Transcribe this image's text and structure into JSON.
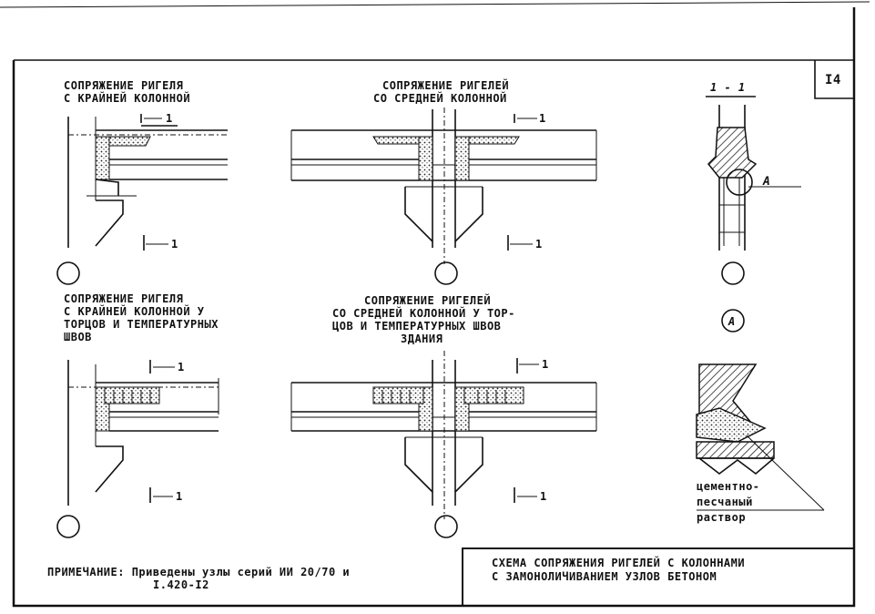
{
  "sheet_number": "I4",
  "details": {
    "d1": {
      "title_line1": "СОПРЯЖЕНИЕ  РИГЕЛЯ",
      "title_line2": "С  КРАЙНЕЙ  КОЛОННОЙ",
      "section_mark": "1"
    },
    "d2": {
      "title_line1": "СОПРЯЖЕНИЕ  РИГЕЛЕЙ",
      "title_line2": "СО  СРЕДНЕЙ  КОЛОННОЙ",
      "section_mark": "1"
    },
    "d3": {
      "title": "1 - 1",
      "callout": "А"
    },
    "d4": {
      "title_line1": "СОПРЯЖЕНИЕ  РИГЕЛЯ",
      "title_line2": "С  КРАЙНЕЙ  КОЛОННОЙ  У",
      "title_line3": "ТОРЦОВ  И  ТЕМПЕРАТУРНЫХ",
      "title_line4": "ШВОВ",
      "section_mark": "1"
    },
    "d5": {
      "title_line1": "СОПРЯЖЕНИЕ  РИГЕЛЕЙ",
      "title_line2": "СО  СРЕДНЕЙ  КОЛОННОЙ  У  ТОР-",
      "title_line3": "ЦОВ  И  ТЕМПЕРАТУРНЫХ  ШВОВ",
      "title_line4": "ЗДАНИЯ",
      "section_mark": "1"
    },
    "d6": {
      "label": "А",
      "note_line1": "цементно-",
      "note_line2": "песчаный",
      "note_line3": "раствор"
    }
  },
  "note": {
    "line1": "ПРИМЕЧАНИЕ: Приведены узлы серий ИИ 20/70 и",
    "line2": "I.420-I2"
  },
  "title_block": {
    "line1": "СХЕМА  СОПРЯЖЕНИЯ  РИГЕЛЕЙ  С  КОЛОННАМИ",
    "line2": "С  ЗАМОНОЛИЧИВАНИЕМ  УЗЛОВ  БЕТОНОМ"
  }
}
